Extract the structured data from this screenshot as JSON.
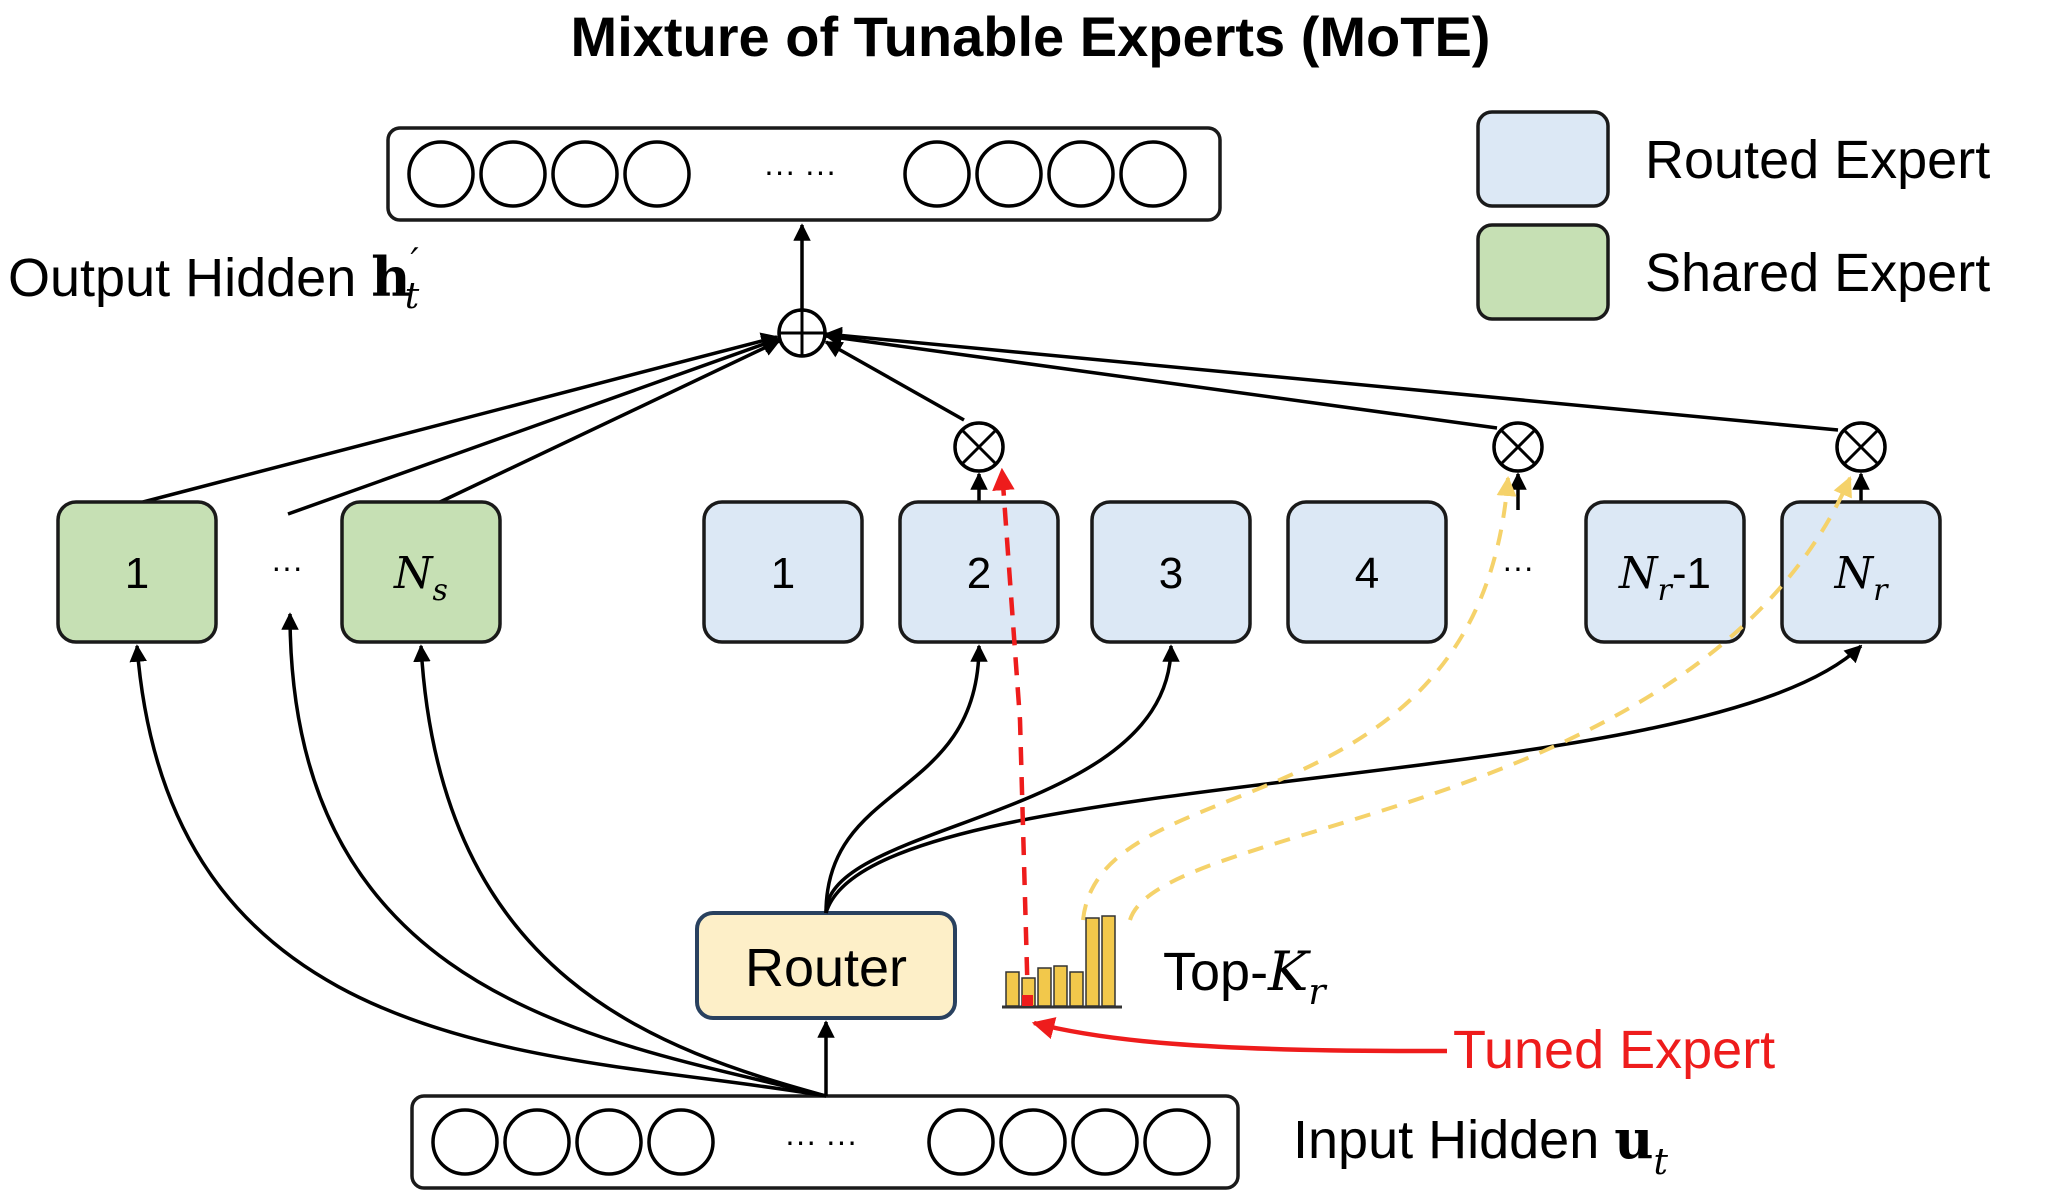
{
  "title": "Mixture of Tunable Experts (MoTE)",
  "legend": [
    {
      "label": "Routed Expert",
      "color": "#dce8f5"
    },
    {
      "label": "Shared Expert",
      "color": "#c6e0b4"
    }
  ],
  "output_label": {
    "text": "Output Hidden ",
    "symbol": "h",
    "prime": "′",
    "sub": "t"
  },
  "input_label": {
    "text": "Input Hidden ",
    "symbol": "u",
    "sub": "t"
  },
  "vector_ellipsis": "··· ···",
  "shared_experts": [
    {
      "label": "1",
      "sub": ""
    },
    {
      "label": "N",
      "sub": "s"
    }
  ],
  "shared_gap": "···",
  "routed_experts": [
    {
      "label": "1",
      "sub": ""
    },
    {
      "label": "2",
      "sub": ""
    },
    {
      "label": "3",
      "sub": ""
    },
    {
      "label": "4",
      "sub": ""
    },
    {
      "label": "N",
      "sub": "r",
      "suffix": "-1"
    },
    {
      "label": "N",
      "sub": "r",
      "suffix": ""
    }
  ],
  "routed_gap": "···",
  "router": {
    "label": "Router",
    "fill": "#fdefc8",
    "stroke": "#29415f"
  },
  "topk": {
    "text": "Top-",
    "symbol": "K",
    "sub": "r",
    "bar_color": "#f2c84b",
    "bar_count": 7
  },
  "tuned": {
    "label": "Tuned Expert",
    "color": "#ee1c1c"
  },
  "colors": {
    "shared": "#c6e0b4",
    "routed": "#dce8f5",
    "tuned": "#ee1c1c",
    "yellow_path": "#f5d26a"
  }
}
